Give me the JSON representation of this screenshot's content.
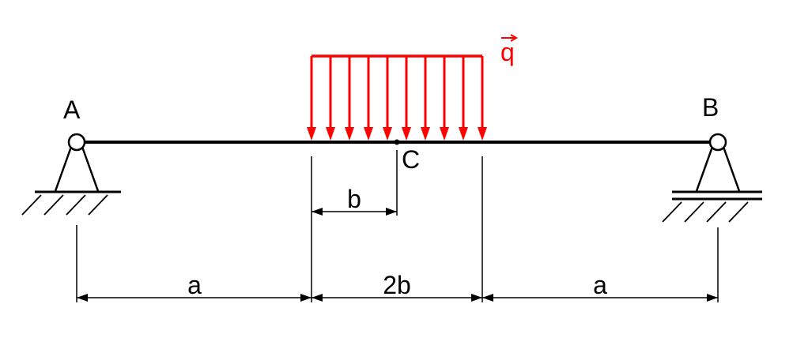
{
  "labels": {
    "support_a": "A",
    "support_b": "B",
    "point_c": "C",
    "load": "q"
  },
  "dimensions": {
    "left_span": "a",
    "load_length": "2b",
    "right_span": "a",
    "c_offset": "b"
  },
  "load": {
    "type": "uniformly distributed",
    "arrow_count": 10
  },
  "colors": {
    "structure": "#000000",
    "load": "#ff0000",
    "background": "#ffffff"
  }
}
